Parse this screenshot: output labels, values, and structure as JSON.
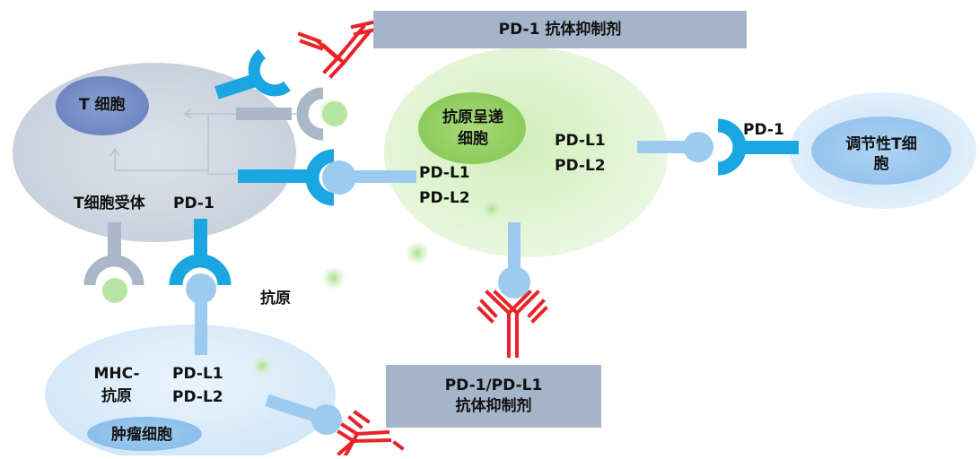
{
  "labels": {
    "t_cell": "T 细胞",
    "t_cell_receptor": "T细胞受体",
    "pd1_tcell": "PD-1",
    "apc_line1": "抗原呈递",
    "apc_line2": "细胞",
    "apc_pdl1_left": "PD-L1",
    "apc_pdl2_left": "PD-L2",
    "apc_pdl1_right": "PD-L1",
    "apc_pdl2_right": "PD-L2",
    "pd1_treg": "PD-1",
    "treg_line1": "调节性T细",
    "treg_line2": "胞",
    "antigen": "抗原",
    "mhc_line1": "MHC-",
    "mhc_line2": "抗原",
    "tumor_pdl1": "PD-L1",
    "tumor_pdl2": "PD-L2",
    "tumor_cell": "肿瘤细胞"
  },
  "boxes": {
    "pd1_inhibitor": "PD-1 抗体抑制剂",
    "pdl1_inhibitor_line1": "PD-1/PD-L1",
    "pdl1_inhibitor_line2": "抗体抑制剂"
  },
  "colors": {
    "pd1_blue": "#1aa6e0",
    "pdl_light_blue": "#9ccbef",
    "antibody_red": "#e8242a",
    "tcr_gray": "#a9b7c8",
    "box_gray": "#a4b4c9",
    "antigen_green": "#b7e6a3"
  }
}
